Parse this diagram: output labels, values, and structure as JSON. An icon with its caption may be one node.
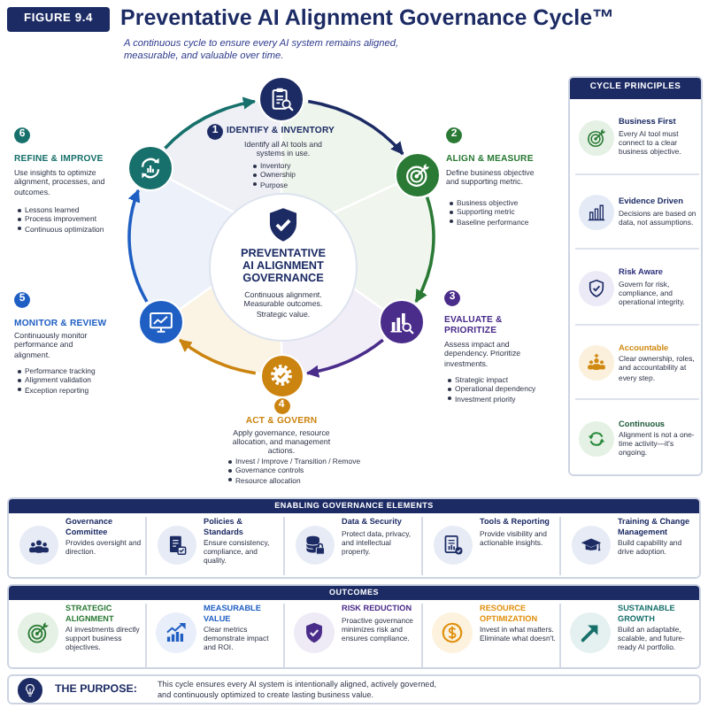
{
  "diagram": {
    "title": "Preventative AI Alignment Governance Cycle™",
    "nodes": [
      {
        "text": [
          "PREVENTATIVE AI ALIGNMENT GOVERNANCE",
          "Continuous alignment. Measurable outcomes. Strategic value."
        ]
      },
      {
        "text": [],
        "shape": "circle",
        "beside": [
          "1",
          "IDENTIFY & INVENTORY",
          "Identify all AI tools and systems in use.",
          "Inventory",
          "Ownership",
          "Purpose"
        ]
      },
      {
        "text": [],
        "shape": "circle",
        "beside": [
          "2",
          "ALIGN & MEASURE",
          "Define business objective and supporting metric.",
          "Business objective",
          "Supporting metric",
          "Baseline performance"
        ]
      },
      {
        "text": [],
        "shape": "circle",
        "beside": [
          "3",
          "EVALUATE & PRIORITIZE",
          "Assess impact and dependency. Prioritize investments.",
          "Strategic impact",
          "Operational dependency",
          "Investment priority"
        ]
      },
      {
        "text": [],
        "shape": "circle",
        "beside": [
          "4",
          "ACT & GOVERN",
          "Apply governance, resource allocation, and management actions.",
          "Invest / Improve / Transition / Remove",
          "Governance controls",
          "Resource allocation"
        ]
      },
      {
        "text": [],
        "shape": "circle",
        "beside": [
          "5",
          "MONITOR & REVIEW",
          "Continuously monitor performance and alignment.",
          "Performance tracking",
          "Alignment validation",
          "Exception reporting"
        ]
      },
      {
        "text": [],
        "shape": "circle",
        "beside": [
          "6",
          "REFINE & IMPROVE",
          "Use insights to optimize alignment, processes, and outcomes.",
          "Lessons learned",
          "Process improvement",
          "Continuous optimization"
        ]
      },
      {
        "text": [
          "CYCLE PRINCIPLES"
        ]
      },
      {
        "text": [
          "Business First",
          "Every AI tool must connect to a clear business objective."
        ],
        "in": 7
      },
      {
        "text": [
          "Evidence Driven",
          "Decisions are based on data, not assumptions."
        ],
        "in": 7
      },
      {
        "text": [
          "Risk Aware",
          "Govern for risk, compliance, and operational integrity."
        ],
        "in": 7
      },
      {
        "text": [
          "Accountable",
          "Clear ownership, roles, and accountability at every step."
        ],
        "in": 7
      },
      {
        "text": [
          "Continuous",
          "Alignment is not a one-time activity—it's ongoing."
        ],
        "in": 7
      },
      {
        "text": [
          "ENABLING GOVERNANCE ELEMENTS"
        ]
      },
      {
        "text": [
          "Governance Committee",
          "Provides oversight and direction."
        ],
        "in": 13
      },
      {
        "text": [
          "Policies & Standards",
          "Ensure consistency, compliance, and quality."
        ],
        "in": 13
      },
      {
        "text": [
          "Data & Security",
          "Protect data, privacy, and intellectual property."
        ],
        "in": 13
      },
      {
        "text": [
          "Tools & Reporting",
          "Provide visibility and actionable insights."
        ],
        "in": 13
      },
      {
        "text": [
          "Training & Change Management",
          "Build capability and drive adoption."
        ],
        "in": 13
      },
      {
        "text": [
          "OUTCOMES"
        ]
      },
      {
        "text": [
          "STRATEGIC ALIGNMENT",
          "AI investments directly support business objectives."
        ],
        "in": 19
      },
      {
        "text": [
          "MEASURABLE VALUE",
          "Clear metrics demonstrate impact and ROI."
        ],
        "in": 19
      },
      {
        "text": [
          "RISK REDUCTION",
          "Proactive governance minimizes risk and ensures compliance."
        ],
        "in": 19
      },
      {
        "text": [
          "RESOURCE OPTIMIZATION",
          "Invest in what matters. Eliminate what doesn't."
        ],
        "in": 19
      },
      {
        "text": [
          "SUSTAINABLE GROWTH",
          "Build an adaptable, scalable, and future-ready AI portfolio."
        ],
        "in": 19
      },
      {
        "text": [
          "THE PURPOSE:",
          "This cycle ensures every AI system is intentionally aligned, actively governed, and continuously optimized to create lasting business value."
        ]
      }
    ],
    "edges": [
      {
        "from": 1,
        "to": 2,
        "arrow": "to",
        "color": "#1c2b64"
      },
      {
        "from": 2,
        "to": 3,
        "arrow": "to",
        "color": "#2a7a35"
      },
      {
        "from": 3,
        "to": 4,
        "arrow": "to",
        "color": "#4a2c8a"
      },
      {
        "from": 4,
        "to": 5,
        "arrow": "to",
        "color": "#cc8410"
      },
      {
        "from": 5,
        "to": 6,
        "arrow": "to",
        "color": "#1f5fc3"
      },
      {
        "from": 6,
        "to": 1,
        "arrow": "to",
        "color": "#17706b"
      }
    ],
    "labels": [
      "FIGURE 9.4",
      "A continuous cycle to ensure every AI system remains aligned, measurable, and valuable over time."
    ]
  }
}
